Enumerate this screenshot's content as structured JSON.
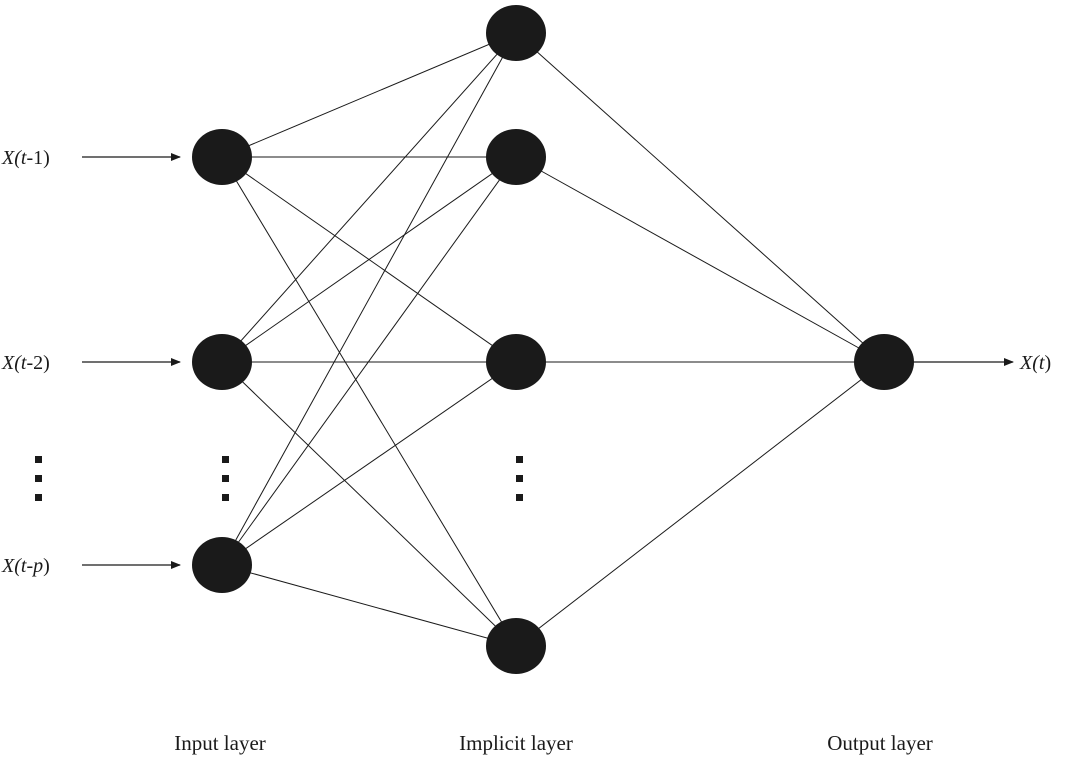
{
  "inputs": [
    {
      "prefix": "X(",
      "var": "t",
      "suffix": "-1)"
    },
    {
      "prefix": "X(",
      "var": "t",
      "suffix": "-2)"
    },
    {
      "prefix": "X(",
      "var": "t",
      "suffix": "-",
      "var2": "p",
      "suffix2": ")"
    }
  ],
  "output": {
    "prefix": "X(",
    "var": "t",
    "suffix": ")"
  },
  "layers": {
    "input": "Input layer",
    "hidden": "Implicit layer",
    "output": "Output layer"
  },
  "colors": {
    "ink": "#1a1a1a",
    "background": "#ffffff"
  }
}
